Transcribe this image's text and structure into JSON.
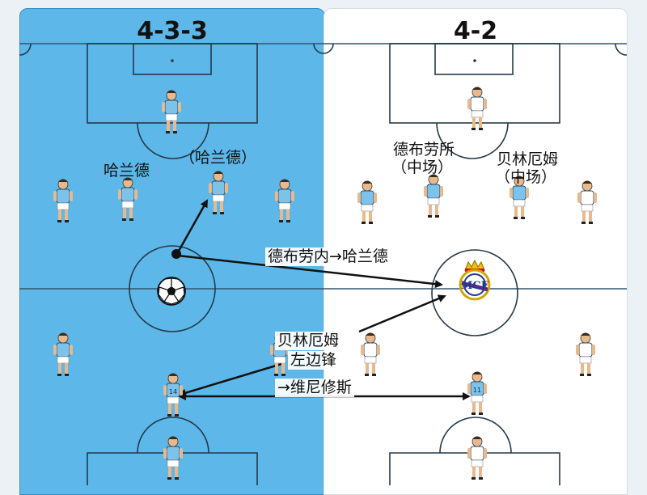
{
  "left_panel": {
    "formation": "4-3-3"
  },
  "right_panel": {
    "formation": "4-2"
  },
  "annotations": {
    "haaland": "哈兰德",
    "haaland_paren": "（哈兰德）",
    "debruyne_mid_line1": "德布劳所",
    "debruyne_mid_line2": "（中场）",
    "bellingham_mid_line1": "贝林厄姆",
    "bellingham_mid_line2": "（中场）",
    "debruyne_to_haaland": "德布劳内→哈兰德",
    "bellingham_lw_line1": "贝林厄姆",
    "bellingham_lw_line2": "左边锋",
    "to_vinicius": "→维尼修斯"
  },
  "colors": {
    "left_panel": "#5db7e8",
    "right_panel": "#ffffff",
    "city_kit": "#7cc3ec",
    "madrid_kit": "#ffffff",
    "arrow": "#111111"
  },
  "icons": {
    "ball": "football-icon",
    "crest": "real-madrid-crest-icon"
  },
  "players": {
    "city_number_left_back": "14",
    "madrid_number_striker": "11"
  }
}
